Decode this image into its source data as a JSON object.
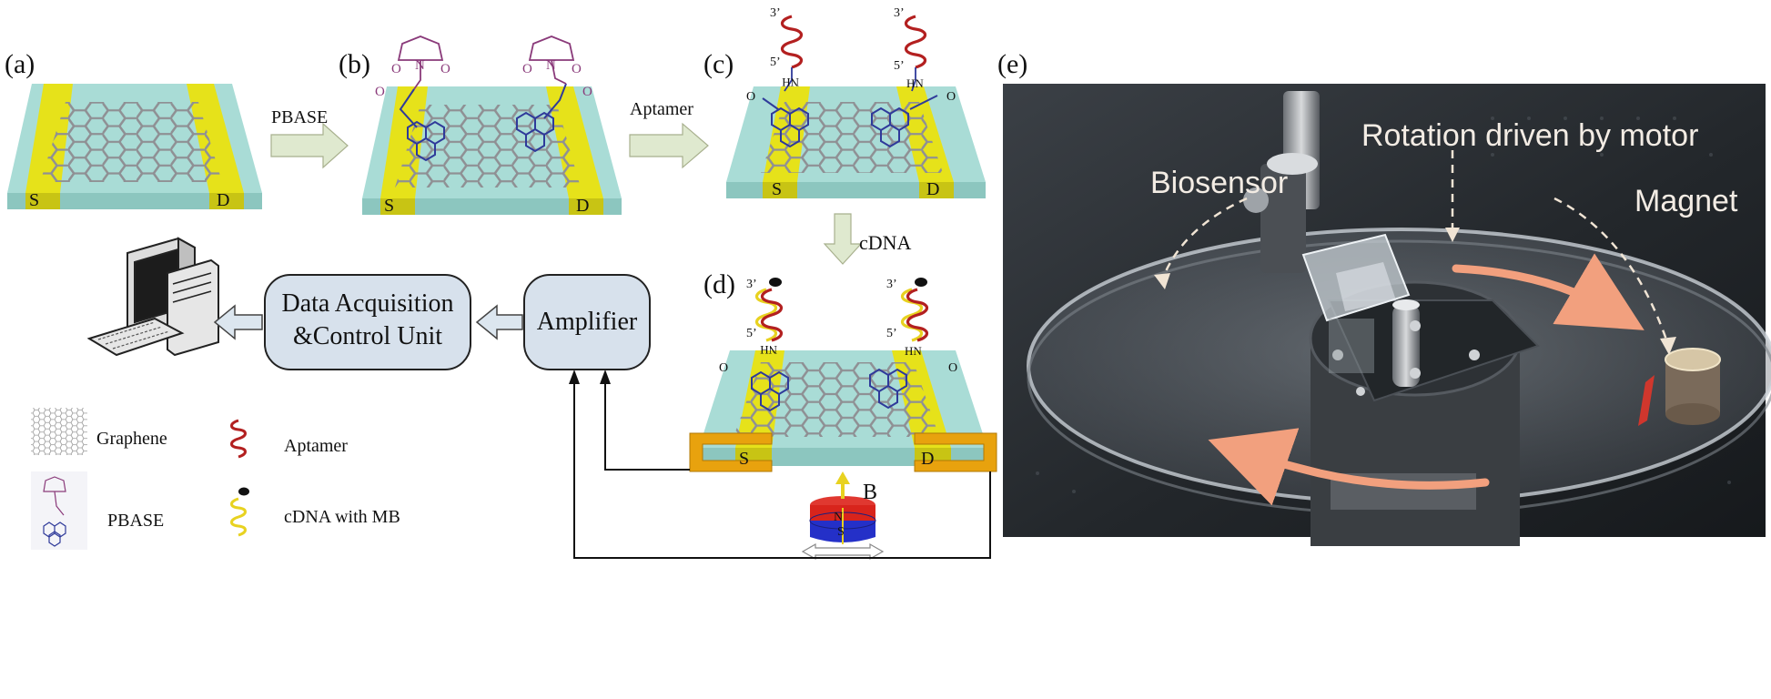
{
  "panels": {
    "a": "(a)",
    "b": "(b)",
    "c": "(c)",
    "d": "(d)",
    "e": "(e)"
  },
  "steps": {
    "pbase": "PBASE",
    "aptamer": "Aptamer",
    "cdna": "cDNA"
  },
  "electrodes": {
    "source": "S",
    "drain": "D"
  },
  "strand_ends": {
    "three_prime": "3’",
    "five_prime": "5’"
  },
  "pbase_atoms": {
    "oxygen": "O",
    "nitrogen": "N"
  },
  "amide": {
    "upright": "HN",
    "flipped": "NH"
  },
  "blocks": {
    "daq_line1": "Data Acquisition",
    "daq_line2": "&Control Unit",
    "amplifier": "Amplifier"
  },
  "magnet": {
    "field": "B",
    "north": "N",
    "south": "S"
  },
  "legend": {
    "graphene": "Graphene",
    "pbase": "PBASE",
    "aptamer": "Aptamer",
    "cdna": "cDNA with MB"
  },
  "photo": {
    "rotation": "Rotation driven by motor",
    "biosensor": "Biosensor",
    "magnet": "Magnet"
  },
  "colors": {
    "substrate": "#a9dcd6",
    "electrode": "#e6e21a",
    "contact": "#e8a20e",
    "lattice": "#8f9094",
    "pyrene": "#2f3a9a",
    "pbase_ring": "#8a3a7a",
    "aptamer": "#b32020",
    "cdna": "#e8d220",
    "bead": "#111111",
    "block_fill": "#d7e1ec",
    "arrow_fill": "#dfe9cf",
    "photo_arrow": "#f2a07e",
    "magnet_north": "#d8241c",
    "magnet_south": "#2430c8"
  }
}
